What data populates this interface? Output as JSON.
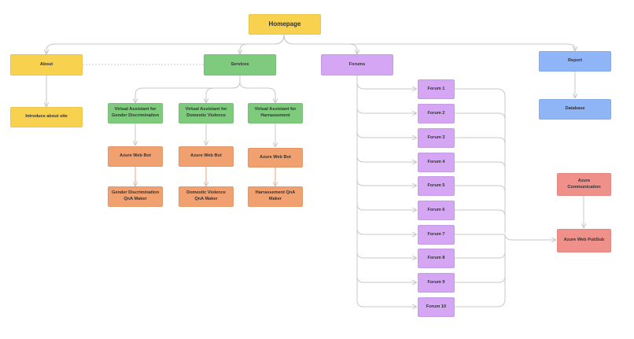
{
  "colors": {
    "yellow": "#f8d24e",
    "green": "#7fcb7d",
    "purple": "#d5a6f3",
    "blue": "#8fb5f6",
    "orange": "#f1a170",
    "red": "#ef918a",
    "connector": "#c8c8c8"
  },
  "nodes": {
    "homepage": {
      "label": "Homepage",
      "color": "yellow"
    },
    "about": {
      "label": "About",
      "color": "yellow"
    },
    "introduce": {
      "label": "Introduce about site",
      "color": "yellow"
    },
    "services": {
      "label": "Services",
      "color": "green"
    },
    "va_gender": {
      "label": "Virtual Assistant for Gender Discrimination",
      "color": "green"
    },
    "va_domestic": {
      "label": "Virtual Assistant for Domestic Violence",
      "color": "green"
    },
    "va_harass": {
      "label": "Virtual Assistant for Harrassement",
      "color": "green"
    },
    "bot1": {
      "label": "Azure Web Bot",
      "color": "orange"
    },
    "bot2": {
      "label": "Azure Web Bot",
      "color": "orange"
    },
    "bot3": {
      "label": "Azure Web Bot",
      "color": "orange"
    },
    "qna_gender": {
      "label": "Gender Discrimination QnA Maker",
      "color": "orange"
    },
    "qna_domestic": {
      "label": "Domestic Violence QnA Maker",
      "color": "orange"
    },
    "qna_harass": {
      "label": "Harrassement QnA Maker",
      "color": "orange"
    },
    "forums": {
      "label": "Forums",
      "color": "purple"
    },
    "forum1": {
      "label": "Forum 1",
      "color": "purple"
    },
    "forum2": {
      "label": "Forum 2",
      "color": "purple"
    },
    "forum3": {
      "label": "Forum 3",
      "color": "purple"
    },
    "forum4": {
      "label": "Forum 4",
      "color": "purple"
    },
    "forum5": {
      "label": "Forum 5",
      "color": "purple"
    },
    "forum6": {
      "label": "Forum 6",
      "color": "purple"
    },
    "forum7": {
      "label": "Forum 7",
      "color": "purple"
    },
    "forum8": {
      "label": "Forum 8",
      "color": "purple"
    },
    "forum9": {
      "label": "Forum 9",
      "color": "purple"
    },
    "forum10": {
      "label": "Forum 10",
      "color": "purple"
    },
    "report": {
      "label": "Report",
      "color": "blue"
    },
    "database": {
      "label": "Database",
      "color": "blue"
    },
    "azure_comm": {
      "label": "Azure Communication",
      "color": "red"
    },
    "azure_pubsub": {
      "label": "Azure Web PubSub",
      "color": "red"
    }
  }
}
